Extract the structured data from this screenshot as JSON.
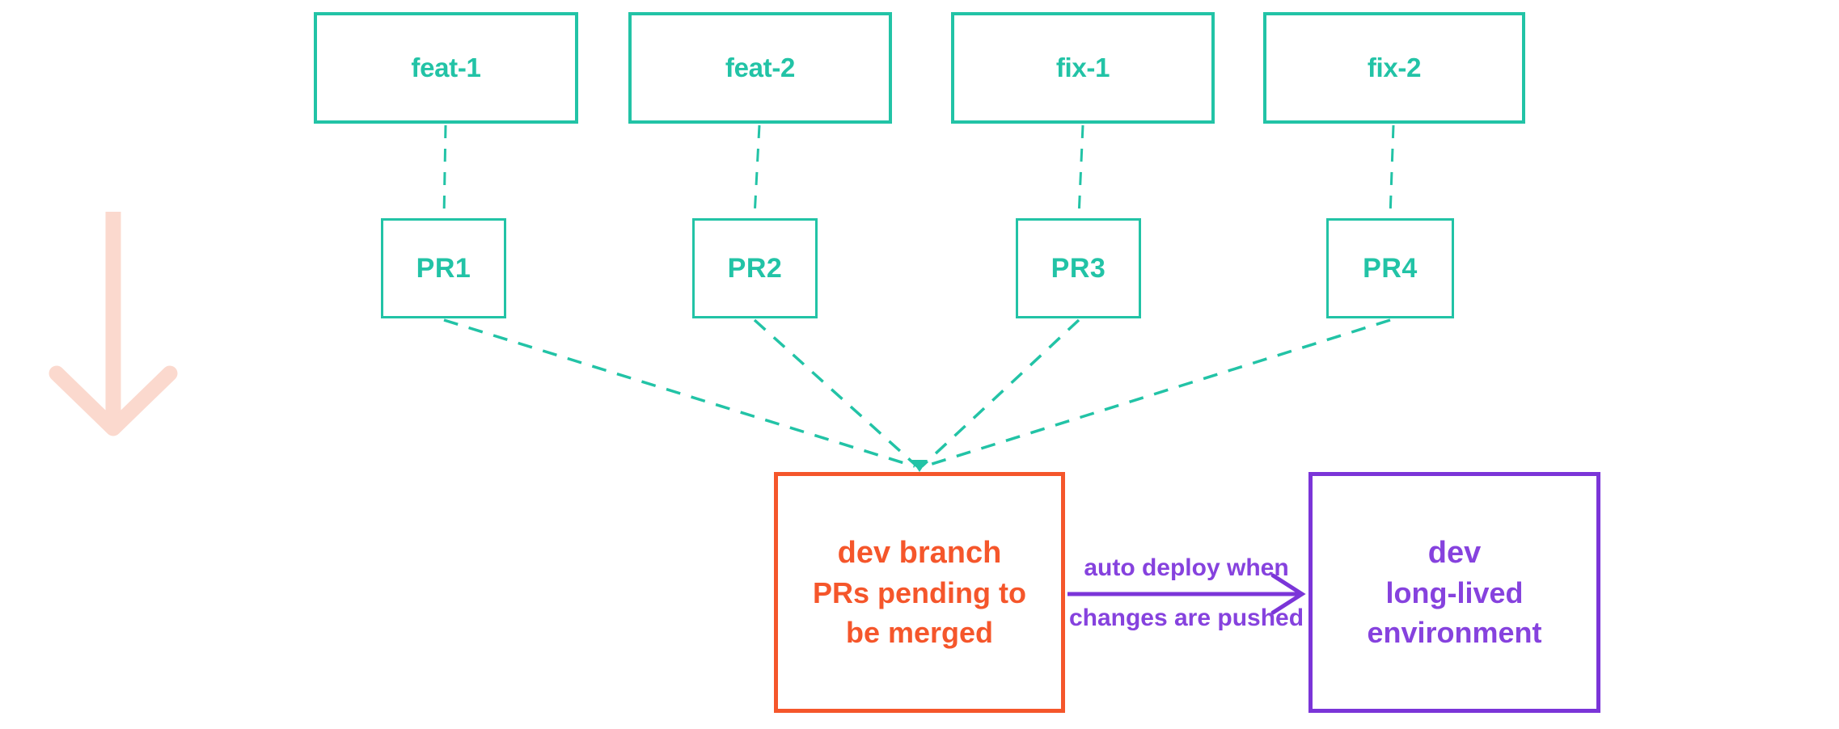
{
  "branches": [
    {
      "label": "feat-1"
    },
    {
      "label": "feat-2"
    },
    {
      "label": "fix-1"
    },
    {
      "label": "fix-2"
    }
  ],
  "pull_requests": [
    {
      "label": "PR1"
    },
    {
      "label": "PR2"
    },
    {
      "label": "PR3"
    },
    {
      "label": "PR4"
    }
  ],
  "dev_branch": {
    "name": "dev",
    "name_suffix": " branch",
    "detail_line1": "PRs pending to",
    "detail_line2": "be merged"
  },
  "dev_environment": {
    "name": "dev",
    "detail_line1": "long-lived",
    "detail_line2": "environment"
  },
  "deploy_label": {
    "line1": "auto deploy when",
    "line2": "changes are pushed"
  },
  "colors": {
    "teal": "#22C3A6",
    "orange": "#F5562B",
    "purple_border": "#7B35D8",
    "purple_text": "#8642DE",
    "pink_arrow": "#FBD9CE"
  }
}
